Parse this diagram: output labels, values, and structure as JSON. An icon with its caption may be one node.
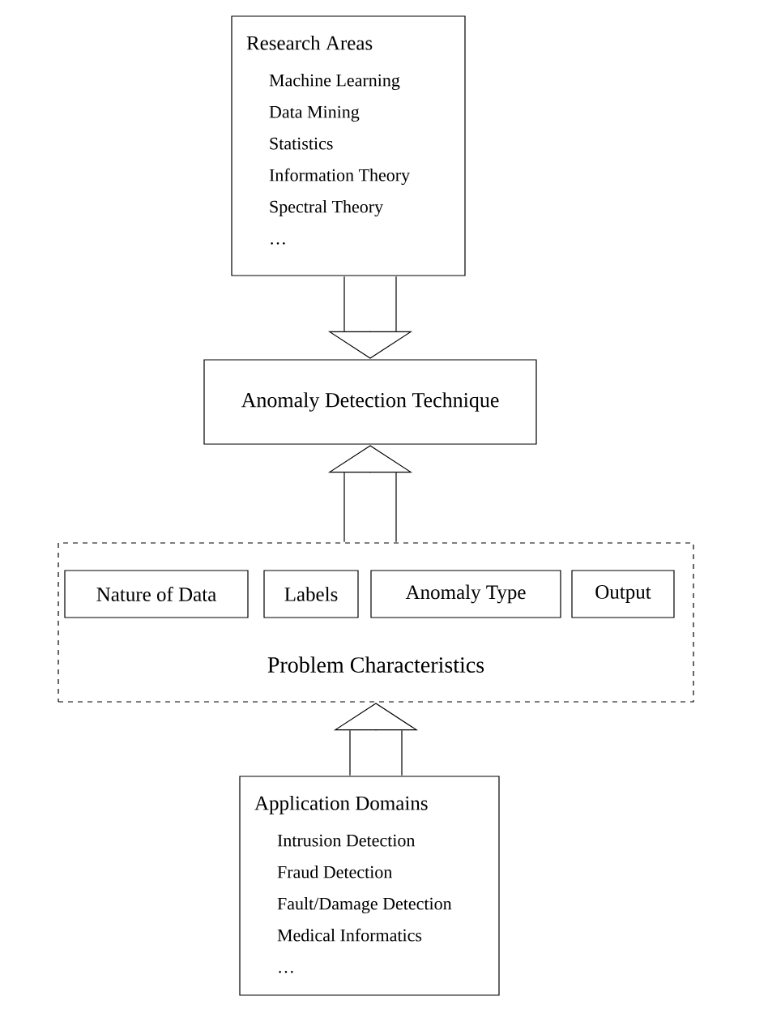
{
  "diagram": {
    "nodes": [
      {
        "text": [
          "Research Areas",
          "Machine Learning",
          "Data Mining",
          "Statistics",
          "Information Theory",
          "Spectral Theory",
          "…"
        ]
      },
      {
        "text": [
          "Anomaly Detection Technique"
        ]
      },
      {
        "text": [
          "Problem Characteristics"
        ]
      },
      {
        "text": [
          "Nature of Data"
        ],
        "in": 2
      },
      {
        "text": [
          "Labels"
        ],
        "in": 2
      },
      {
        "text": [
          "Anomaly Type"
        ],
        "in": 2
      },
      {
        "text": [
          "Output"
        ],
        "in": 2
      },
      {
        "text": [
          "Application Domains",
          "Intrusion Detection",
          "Fraud Detection",
          "Fault/Damage Detection",
          "Medical Informatics",
          "…"
        ]
      }
    ],
    "edges": [
      {
        "from": 0,
        "to": 1,
        "arrow": "to"
      },
      {
        "from": 2,
        "to": 1,
        "arrow": "to"
      },
      {
        "from": 7,
        "to": 2,
        "arrow": "to"
      }
    ]
  }
}
